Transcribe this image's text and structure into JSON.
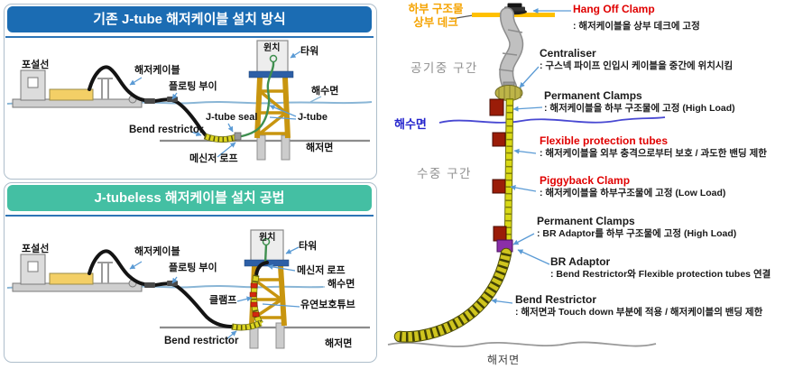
{
  "panel_jtube": {
    "title": "기존 J-tube 해저케이블 설치 방식",
    "ship": "포설선",
    "cable": "해저케이블",
    "buoy": "플로팅 부이",
    "winch": "윈치",
    "tower": "타워",
    "sea_surface": "해수면",
    "jtube_seal": "J-tube seal",
    "jtube": "J-tube",
    "bend_restrictor": "Bend restrictor",
    "seabed": "해저면",
    "messenger_rope": "메신저 로프"
  },
  "panel_jtubeless": {
    "title": "J-tubeless 해저케이블 설치 공법",
    "ship": "포설선",
    "cable": "해저케이블",
    "buoy": "플로팅 부이",
    "winch": "윈치",
    "tower": "타워",
    "messenger_rope": "메신저 로프",
    "sea_surface": "해수면",
    "clamp": "클램프",
    "protection_tube": "유연보호튜브",
    "bend_restrictor": "Bend restrictor",
    "seabed": "해저면"
  },
  "detail": {
    "deck_label_1": "하부 구조물",
    "deck_label_2": "상부 데크",
    "zone_air": "공기중 구간",
    "sea_surface": "해수면",
    "zone_sub": "수중 구간",
    "seabed": "해저면",
    "annotations": [
      {
        "title": "Hang Off Clamp",
        "desc": ": 해저케이블을 상부 데크에 고정",
        "accent": "#e00000"
      },
      {
        "title": "Centraliser",
        "desc": ": 구스넥 파이프 인입시 케이블을 중간에 위치시킴",
        "accent": "#1a1a1a"
      },
      {
        "title": "Permanent  Clamps",
        "desc": ": 해저케이블을 하부 구조물에 고정 (High Load)",
        "accent": "#1a1a1a"
      },
      {
        "title": "Flexible protection tubes",
        "desc": ": 해저케이블을 외부 충격으로부터 보호 / 과도한 밴딩 제한",
        "accent": "#e00000"
      },
      {
        "title": "Piggyback Clamp",
        "desc": ": 해저케이블을 하부구조물에 고정 (Low Load)",
        "accent": "#e00000"
      },
      {
        "title": "Permanent Clamps",
        "desc": ": BR Adaptor를 하부 구조물에 고정 (High Load)",
        "accent": "#1a1a1a"
      },
      {
        "title": "BR Adaptor",
        "desc": ": Bend Restrictor와 Flexible protection tubes  연결",
        "accent": "#1a1a1a"
      },
      {
        "title": "Bend Restrictor",
        "desc": ": 해저면과 Touch down 부분에 적용 / 해저케이블의 밴딩 제한",
        "accent": "#1a1a1a"
      }
    ]
  },
  "colors": {
    "header_blue": "#1b6cb3",
    "header_teal": "#44bfa3",
    "tower_gold": "#c8950f",
    "deck_blue": "#2d5fa6",
    "deck_yellow": "#ffc000",
    "red_text": "#e00000",
    "sea_text_blue": "#2323cc",
    "orange_text": "#f5a300",
    "arrow_blue": "#5b9bd5",
    "clamp_red": "#9a1c08",
    "adaptor_purple": "#8b2fa8",
    "cable_yellow": "#d9d916"
  }
}
